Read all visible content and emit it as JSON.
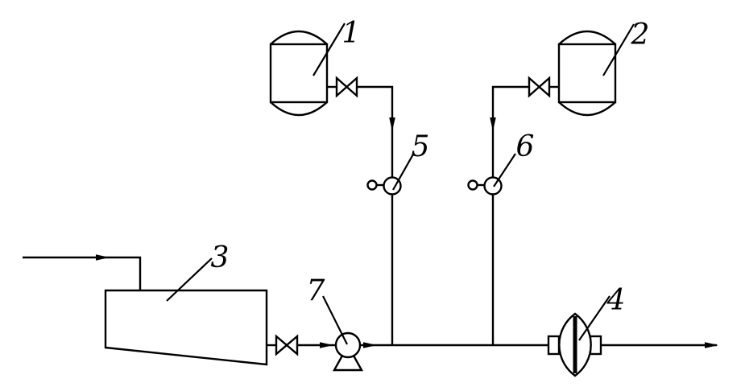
{
  "diagram": {
    "type": "process-flow-diagram",
    "background_color": "#ffffff",
    "line_color": "#000000",
    "labels": {
      "vessel_left": "1",
      "vessel_right": "2",
      "tank": "3",
      "filter": "4",
      "doser_left": "5",
      "doser_right": "6",
      "pump": "7"
    }
  }
}
